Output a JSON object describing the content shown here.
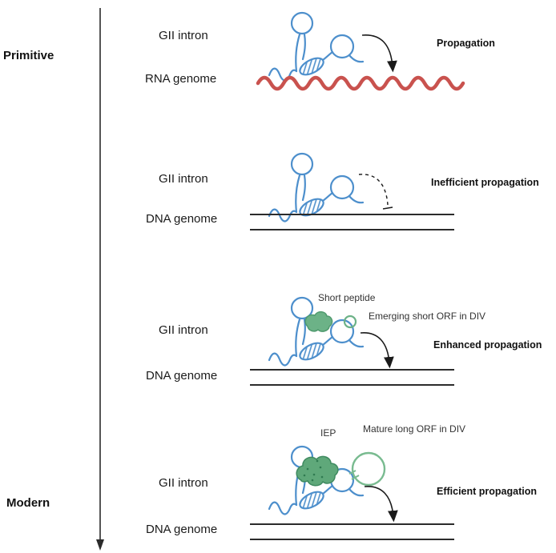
{
  "timeline": {
    "top_label": "Primitive",
    "bottom_label": "Modern"
  },
  "panels": [
    {
      "intron_label": "GII intron",
      "genome_label": "RNA genome",
      "propagation_label": "Propagation"
    },
    {
      "intron_label": "GII intron",
      "genome_label": "DNA genome",
      "propagation_label": "Inefficient propagation"
    },
    {
      "intron_label": "GII intron",
      "genome_label": "DNA genome",
      "propagation_label": "Enhanced propagation",
      "peptide_label": "Short peptide",
      "orf_label": "Emerging short ORF in DIV"
    },
    {
      "intron_label": "GII intron",
      "genome_label": "DNA genome",
      "propagation_label": "Efficient propagation",
      "peptide_label": "IEP",
      "orf_label": "Mature long ORF in DIV"
    }
  ],
  "colors": {
    "rna": "#4d8fcc",
    "genome_rna": "#c9524e",
    "dna": "#2b2b2b",
    "peptide": "#6cb287",
    "iep": "#5fa87a",
    "arrow": "#1a1a1a"
  }
}
